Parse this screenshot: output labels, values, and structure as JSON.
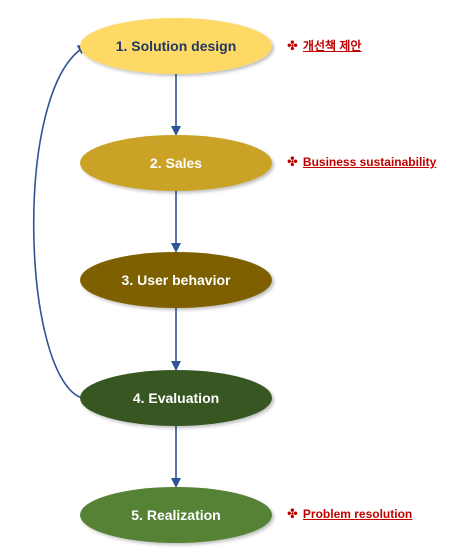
{
  "nodes": [
    {
      "id": "solution-design",
      "label": "1. Solution design",
      "fill": "#FFD966",
      "text_color": "#1F3864"
    },
    {
      "id": "sales",
      "label": "2. Sales",
      "fill": "#C9A227",
      "text_color": "#FFFFFF"
    },
    {
      "id": "user-behavior",
      "label": "3. User behavior",
      "fill": "#7F6000",
      "text_color": "#FFFFFF"
    },
    {
      "id": "evaluation",
      "label": "4. Evaluation",
      "fill": "#385723",
      "text_color": "#FFFFFF"
    },
    {
      "id": "realization",
      "label": "5. Realization",
      "fill": "#548235",
      "text_color": "#FFFFFF"
    }
  ],
  "edges": [
    {
      "from": "solution-design",
      "to": "sales"
    },
    {
      "from": "sales",
      "to": "user-behavior"
    },
    {
      "from": "user-behavior",
      "to": "evaluation"
    },
    {
      "from": "evaluation",
      "to": "realization"
    },
    {
      "from": "evaluation",
      "to": "solution-design",
      "kind": "feedback-loop"
    }
  ],
  "notes": [
    {
      "node": "solution-design",
      "marker": "✤",
      "text": "개선책 제안"
    },
    {
      "node": "sales",
      "marker": "✤",
      "text": "Business sustainability"
    },
    {
      "node": "realization",
      "marker": "✤",
      "text": "Problem resolution"
    }
  ],
  "colors": {
    "arrow": "#2F5597",
    "note_marker": "#C00000",
    "note_text": "#C00000"
  }
}
